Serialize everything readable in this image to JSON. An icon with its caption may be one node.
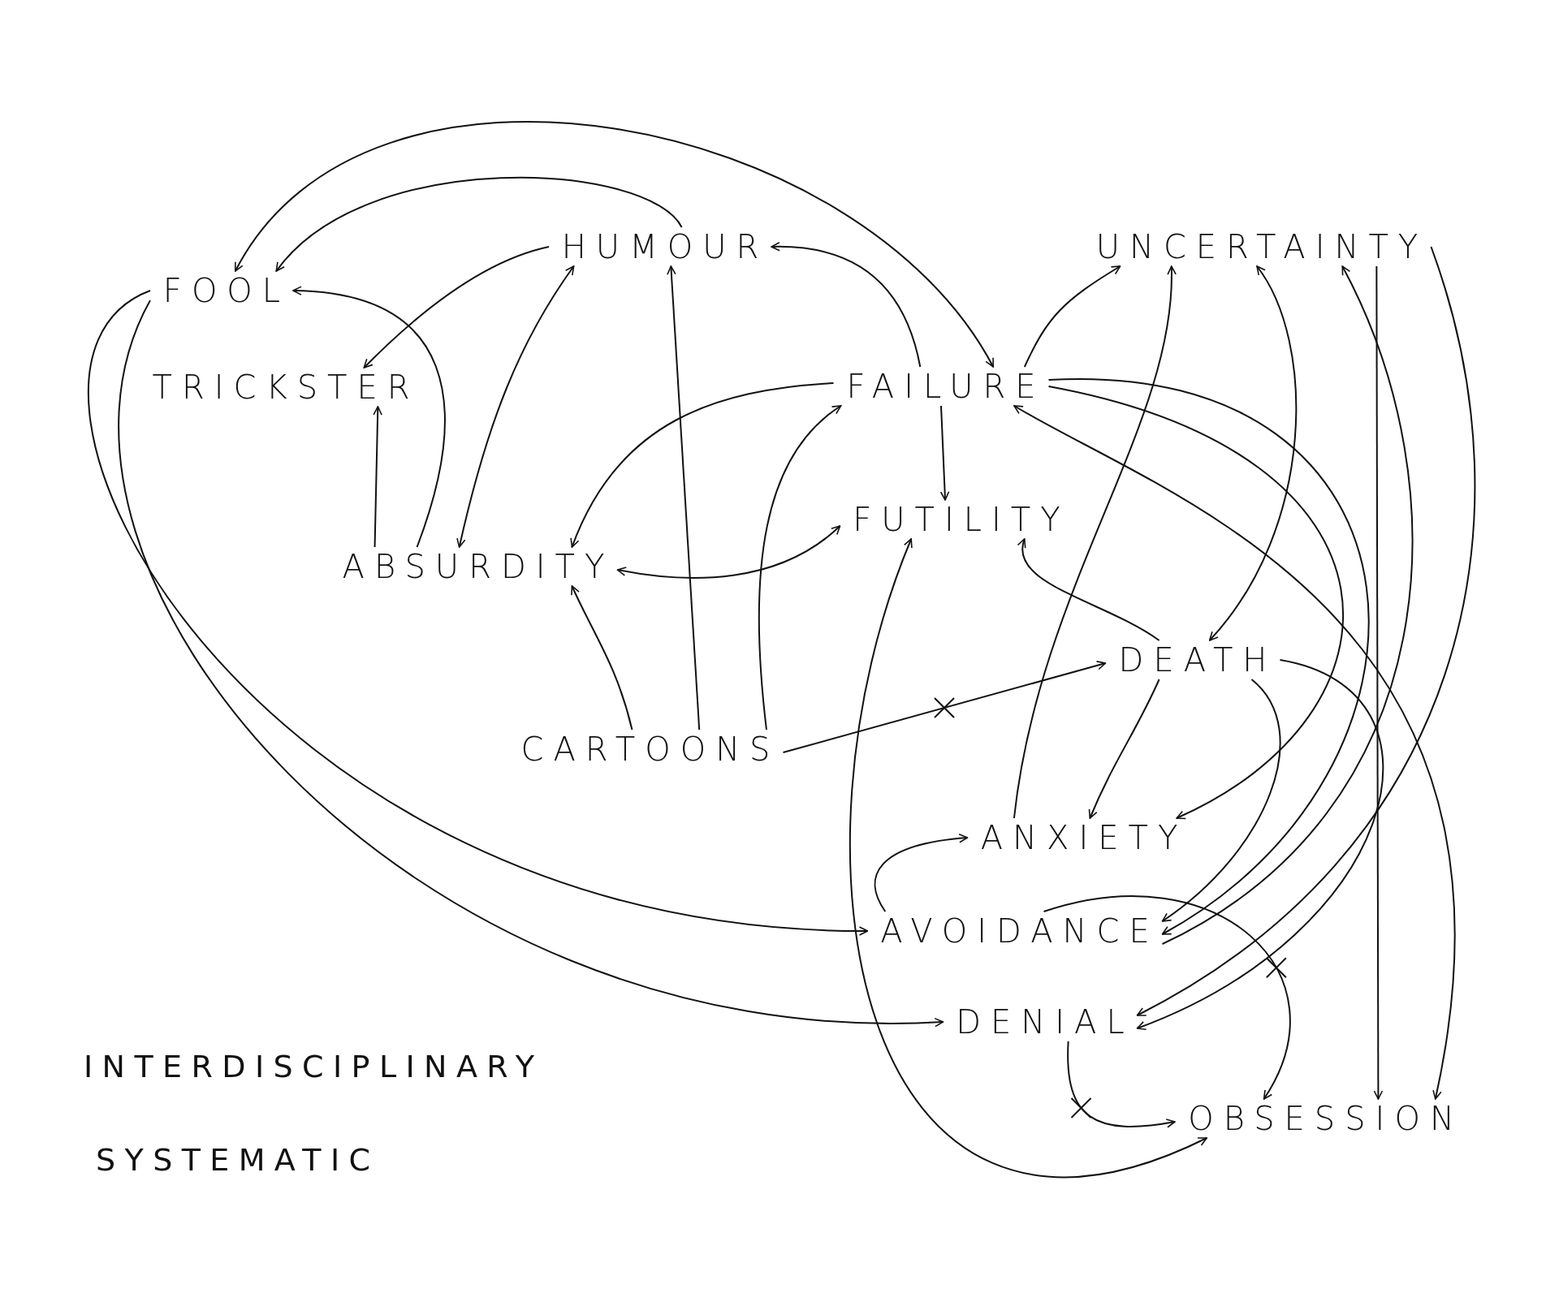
{
  "diagram": {
    "nodes": [
      {
        "text": [
          "HUMOUR"
        ]
      },
      {
        "text": [
          "UNCERTAINTY"
        ]
      },
      {
        "text": [
          "FOOL"
        ]
      },
      {
        "text": [
          "TRICKSTER"
        ]
      },
      {
        "text": [
          "FAILURE"
        ]
      },
      {
        "text": [
          "FUTILITY"
        ]
      },
      {
        "text": [
          "ABSURDITY"
        ]
      },
      {
        "text": [
          "DEATH"
        ]
      },
      {
        "text": [
          "CARTOONS"
        ]
      },
      {
        "text": [
          "ANXIETY"
        ]
      },
      {
        "text": [
          "AVOIDANCE"
        ]
      },
      {
        "text": [
          "DENIAL"
        ]
      },
      {
        "text": [
          "OBSESSION"
        ]
      }
    ],
    "edges": [
      {
        "from": 2,
        "to": 4,
        "arrow": "both"
      },
      {
        "from": 0,
        "to": 2,
        "arrow": "to"
      },
      {
        "from": 0,
        "to": 3,
        "arrow": "to"
      },
      {
        "from": 4,
        "to": 0,
        "arrow": "to"
      },
      {
        "from": 6,
        "to": 2,
        "arrow": "to"
      },
      {
        "from": 6,
        "to": 3,
        "arrow": "to"
      },
      {
        "from": 6,
        "to": 0,
        "arrow": "both"
      },
      {
        "from": 8,
        "to": 0,
        "arrow": "to"
      },
      {
        "from": 8,
        "to": 4,
        "arrow": "to"
      },
      {
        "from": 8,
        "to": 6,
        "arrow": "to"
      },
      {
        "from": 6,
        "to": 5,
        "arrow": "both"
      },
      {
        "from": 4,
        "to": 6,
        "arrow": "to"
      },
      {
        "from": 4,
        "to": 5,
        "arrow": "to"
      },
      {
        "from": 4,
        "to": 1,
        "arrow": "to"
      },
      {
        "from": 8,
        "to": 7,
        "arrow": "to"
      },
      {
        "from": 7,
        "to": 5,
        "arrow": "to"
      },
      {
        "from": 7,
        "to": 9,
        "arrow": "to"
      },
      {
        "from": 1,
        "to": 7,
        "arrow": "both"
      },
      {
        "from": 9,
        "to": 1,
        "arrow": "to"
      },
      {
        "from": 4,
        "to": 9,
        "arrow": "to"
      },
      {
        "from": 4,
        "to": 10,
        "arrow": "to"
      },
      {
        "from": 10,
        "to": 1,
        "arrow": "to"
      },
      {
        "from": 1,
        "to": 11,
        "arrow": "to"
      },
      {
        "from": 1,
        "to": 12,
        "arrow": "to"
      },
      {
        "from": 7,
        "to": 11,
        "arrow": "to"
      },
      {
        "from": 7,
        "to": 10,
        "arrow": "to"
      },
      {
        "from": 4,
        "to": 12,
        "arrow": "both"
      },
      {
        "from": 10,
        "to": 12,
        "arrow": "to"
      },
      {
        "from": 11,
        "to": 12,
        "arrow": "to"
      },
      {
        "from": 5,
        "to": 12,
        "arrow": "both"
      },
      {
        "from": 10,
        "to": 9,
        "arrow": "to"
      },
      {
        "from": 2,
        "to": 10,
        "arrow": "to"
      },
      {
        "from": 2,
        "to": 11,
        "arrow": "to"
      }
    ],
    "labels": [
      "INTERDISCIPLINARY",
      "SYSTEMATIC"
    ]
  }
}
